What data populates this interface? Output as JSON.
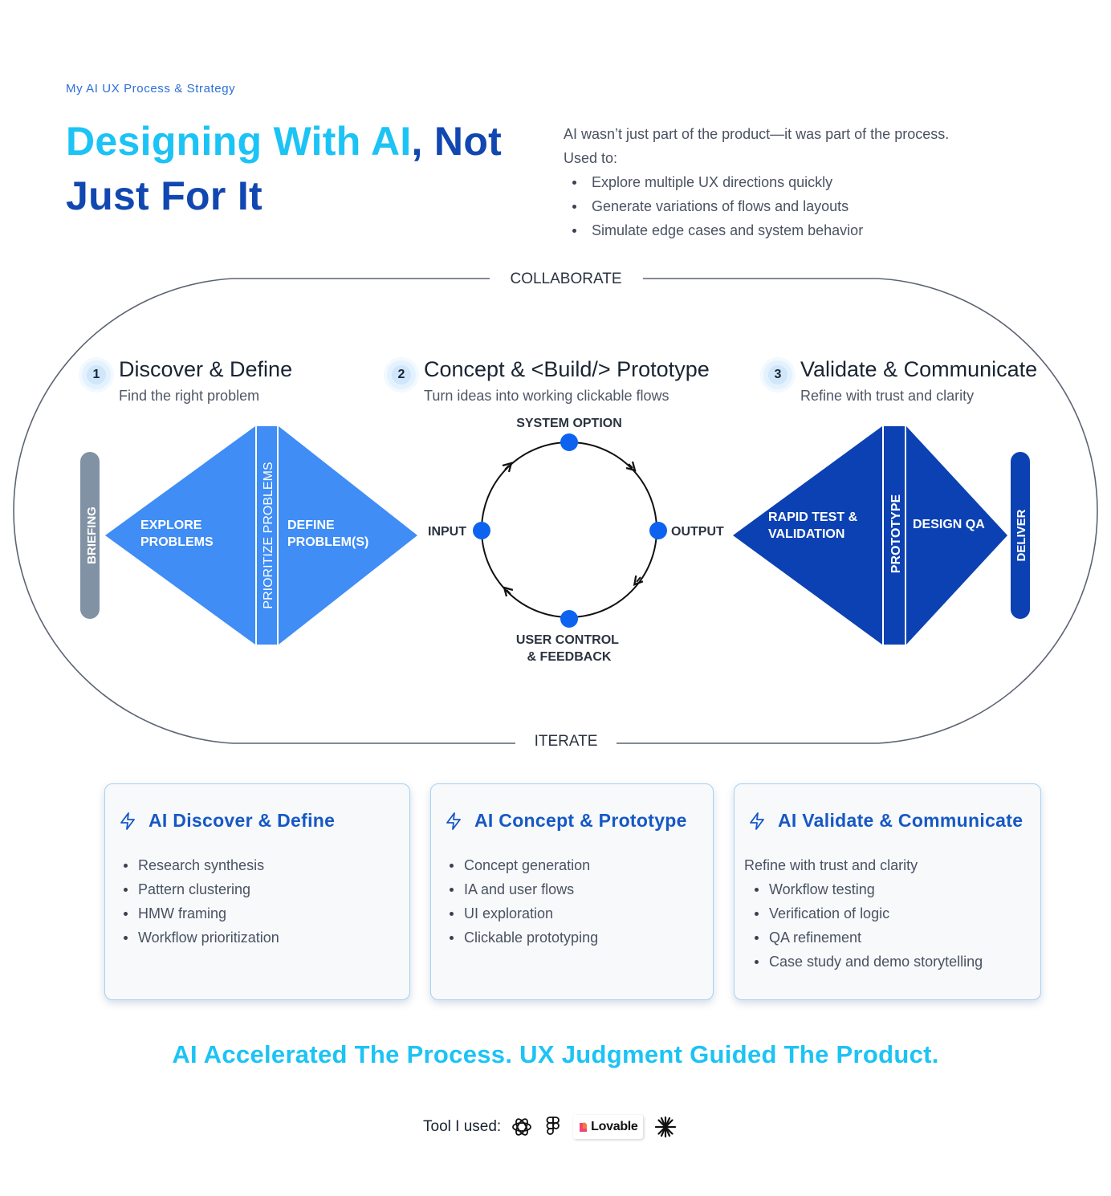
{
  "header": {
    "eyebrow": "My AI UX Process & Strategy",
    "title_highlight": "Designing With AI",
    "title_rest": ", Not Just For It"
  },
  "intro": {
    "lines": [
      "AI wasn’t just part of the product—it was part of the process.",
      "Used to:"
    ],
    "bullets": [
      "Explore multiple UX directions quickly",
      "Generate variations of flows and layouts",
      "Simulate edge cases and system behavior"
    ]
  },
  "loop": {
    "top_label": "COLLABORATE",
    "bottom_label": "ITERATE"
  },
  "phases": [
    {
      "num": "1",
      "title": "Discover & Define",
      "sub": "Find the right problem"
    },
    {
      "num": "2",
      "title": "Concept & <Build/> Prototype",
      "sub": "Turn ideas into working clickable flows"
    },
    {
      "num": "3",
      "title": "Validate & Communicate",
      "sub": "Refine with trust and clarity"
    }
  ],
  "discover_diagram": {
    "side_bar": "BRIEFING",
    "left": [
      "EXPLORE",
      "PROBLEMS"
    ],
    "center": "PRIORITIZE PROBLEMS",
    "right": [
      "DEFINE",
      "PROBLEM(S)"
    ],
    "colors": {
      "diamond": "#3f8df5",
      "bar": "#8192a4"
    }
  },
  "concept_cycle": {
    "nodes": [
      "SYSTEM OPTION",
      "INPUT",
      "OUTPUT"
    ],
    "bottom": [
      "USER CONTROL",
      "& FEEDBACK"
    ],
    "colors": {
      "node": "#0d63f0"
    }
  },
  "validate_diagram": {
    "left": [
      "RAPID TEST &",
      "VALIDATION"
    ],
    "center": "PROTOTYPE",
    "right": "DESIGN QA",
    "side_bar": "DELIVER",
    "colors": {
      "diamond": "#0b41b3",
      "bar": "#0b41b3"
    }
  },
  "cards": [
    {
      "title": "AI Discover & Define",
      "intro": "",
      "items": [
        "Research synthesis",
        "Pattern clustering",
        "HMW framing",
        "Workflow prioritization"
      ]
    },
    {
      "title": "AI Concept & Prototype",
      "intro": "",
      "items": [
        "Concept generation",
        "IA and user flows",
        "UI exploration",
        "Clickable prototyping"
      ]
    },
    {
      "title": "AI Validate & Communicate",
      "intro": "Refine with trust and clarity",
      "items": [
        "Workflow testing",
        "Verification of logic",
        "QA refinement",
        "Case study and demo storytelling"
      ]
    }
  ],
  "tagline": "AI Accelerated The Process. UX Judgment Guided The Product.",
  "tools": {
    "label": "Tool I used:",
    "items": [
      "openai-icon",
      "figma-icon",
      "Lovable",
      "claude-icon"
    ]
  }
}
